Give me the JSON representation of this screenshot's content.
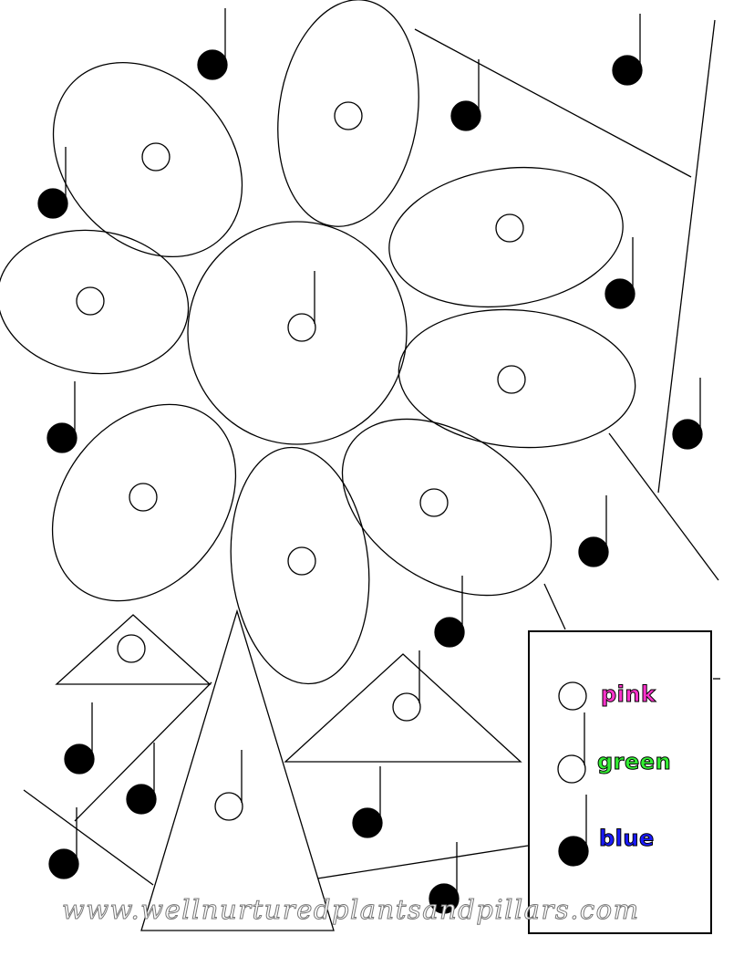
{
  "colors": {
    "pink": "#ff33cc",
    "green": "#33ee33",
    "blue": "#1a1aff",
    "outline": "#000000"
  },
  "legend": {
    "items": [
      {
        "label": "pink",
        "symbol": "quarter-rest-circle-icon"
      },
      {
        "label": "green",
        "symbol": "half-note-icon"
      },
      {
        "label": "blue",
        "symbol": "quarter-note-icon"
      }
    ]
  },
  "watermark": "www.wellnurturedplantsandpillars.com"
}
